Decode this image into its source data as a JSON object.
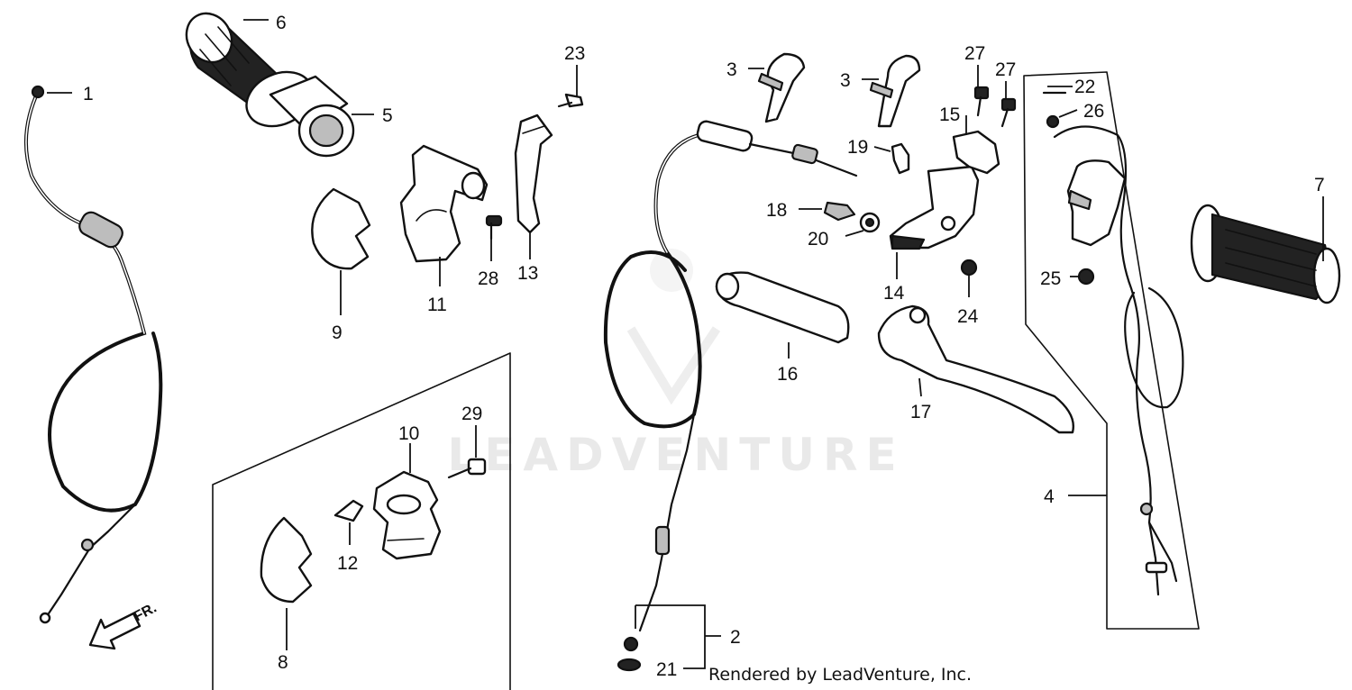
{
  "watermark": {
    "brand": "LEADVENTURE"
  },
  "footer": {
    "credit": "Rendered by LeadVenture, Inc."
  },
  "direction_marker": {
    "label": "FR."
  },
  "callouts": {
    "c1": "1",
    "c2": "2",
    "c3a": "3",
    "c3b": "3",
    "c4": "4",
    "c5": "5",
    "c6": "6",
    "c7": "7",
    "c8": "8",
    "c9": "9",
    "c10": "10",
    "c11": "11",
    "c12": "12",
    "c13": "13",
    "c14": "14",
    "c15": "15",
    "c16": "16",
    "c17": "17",
    "c18": "18",
    "c19": "19",
    "c20": "20",
    "c21": "21",
    "c22": "22",
    "c23": "23",
    "c24": "24",
    "c25": "25",
    "c26": "26",
    "c27a": "27",
    "c27b": "27",
    "c28": "28",
    "c29": "29"
  }
}
